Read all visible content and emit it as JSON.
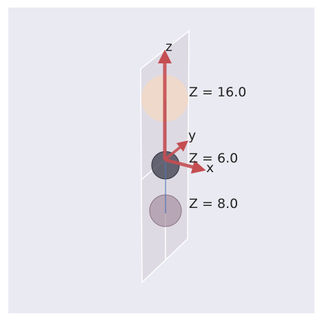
{
  "colors": {
    "page_bg": "#ffffff",
    "axes_bg": "#eaeaf2",
    "plane_fill": "#d9d4de",
    "plane_edge": "#ffffff",
    "arrow": "#c44e52",
    "center_line": "#4c72b0",
    "text": "#222222"
  },
  "axes": {
    "x_label": "x",
    "y_label": "y",
    "z_label": "z"
  },
  "spheres": [
    {
      "label": "Z = 16.0",
      "color": "#f2d8c4",
      "opacity": 0.8,
      "icon": "peach-sphere"
    },
    {
      "label": "Z = 6.0",
      "color": "#3a3a4a",
      "opacity": 0.75,
      "icon": "dark-sphere"
    },
    {
      "label": "Z = 8.0",
      "color": "#9c8496",
      "opacity": 0.6,
      "icon": "mauve-sphere"
    }
  ]
}
